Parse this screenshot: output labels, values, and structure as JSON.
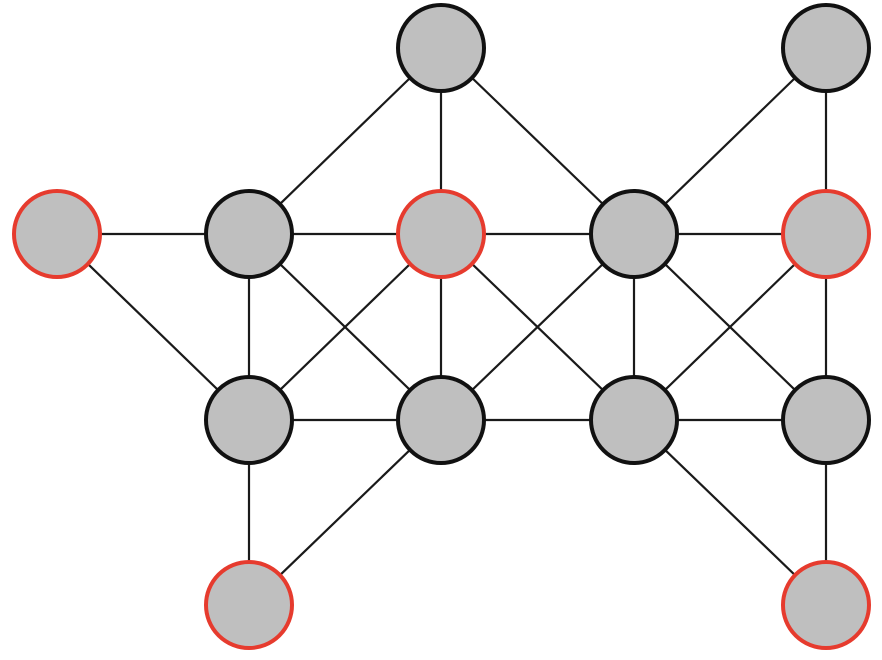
{
  "colors": {
    "node_fill": "#bfbfbf",
    "default_outline": "#111111",
    "highlight_outline": "#e63b2e",
    "edge": "#1a1a1a",
    "background": "#ffffff"
  },
  "nodes": [
    {
      "id": "top-center",
      "col": 2,
      "row": 0,
      "highlighted": false
    },
    {
      "id": "top-right",
      "col": 4,
      "row": 0,
      "highlighted": false
    },
    {
      "id": "mid-left-outer",
      "col": 0,
      "row": 1,
      "highlighted": true
    },
    {
      "id": "mid-1",
      "col": 1,
      "row": 1,
      "highlighted": false
    },
    {
      "id": "mid-2",
      "col": 2,
      "row": 1,
      "highlighted": true
    },
    {
      "id": "mid-3",
      "col": 3,
      "row": 1,
      "highlighted": false
    },
    {
      "id": "mid-4",
      "col": 4,
      "row": 1,
      "highlighted": true
    },
    {
      "id": "low-1",
      "col": 1,
      "row": 2,
      "highlighted": false
    },
    {
      "id": "low-2",
      "col": 2,
      "row": 2,
      "highlighted": false
    },
    {
      "id": "low-3",
      "col": 3,
      "row": 2,
      "highlighted": false
    },
    {
      "id": "low-4",
      "col": 4,
      "row": 2,
      "highlighted": false
    },
    {
      "id": "bottom-left",
      "col": 1,
      "row": 3,
      "highlighted": true
    },
    {
      "id": "bottom-right",
      "col": 4,
      "row": 3,
      "highlighted": true
    }
  ],
  "edges": [
    [
      "top-center",
      "mid-1"
    ],
    [
      "top-center",
      "mid-2"
    ],
    [
      "top-center",
      "mid-3"
    ],
    [
      "top-right",
      "mid-3"
    ],
    [
      "top-right",
      "mid-4"
    ],
    [
      "mid-left-outer",
      "mid-1"
    ],
    [
      "mid-left-outer",
      "low-1"
    ],
    [
      "mid-1",
      "mid-2"
    ],
    [
      "mid-2",
      "mid-3"
    ],
    [
      "mid-3",
      "mid-4"
    ],
    [
      "mid-1",
      "low-1"
    ],
    [
      "mid-1",
      "low-2"
    ],
    [
      "mid-2",
      "low-1"
    ],
    [
      "mid-2",
      "low-2"
    ],
    [
      "mid-2",
      "low-3"
    ],
    [
      "mid-3",
      "low-2"
    ],
    [
      "mid-3",
      "low-3"
    ],
    [
      "mid-3",
      "low-4"
    ],
    [
      "mid-4",
      "low-3"
    ],
    [
      "mid-4",
      "low-4"
    ],
    [
      "low-1",
      "low-2"
    ],
    [
      "low-2",
      "low-3"
    ],
    [
      "low-3",
      "low-4"
    ],
    [
      "low-1",
      "bottom-left"
    ],
    [
      "low-2",
      "bottom-left"
    ],
    [
      "low-3",
      "bottom-right"
    ],
    [
      "low-4",
      "bottom-right"
    ]
  ]
}
